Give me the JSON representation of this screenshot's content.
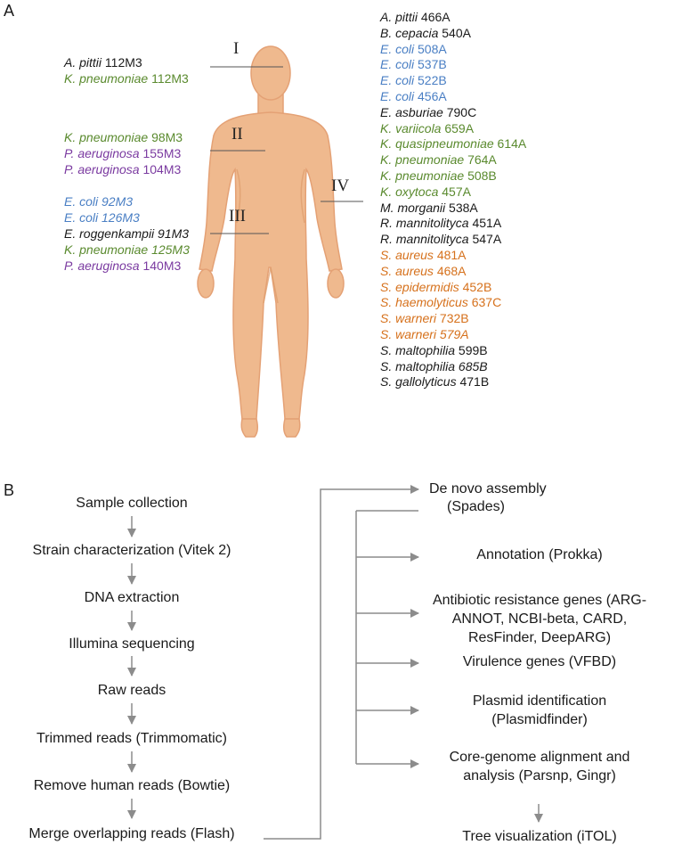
{
  "panel_a": {
    "label": "A",
    "regions": [
      "I",
      "II",
      "III",
      "IV"
    ],
    "colors": {
      "black": "#1a1a1a",
      "green": "#5a8a2e",
      "purple": "#7a3aa0",
      "blue": "#4a7fc4",
      "orange": "#d6711c",
      "skin": "#efb98e",
      "skin_edge": "#e4a175"
    },
    "group_I": [
      {
        "genus": "A. pittii",
        "id": "112M3",
        "color": "black",
        "italic_id": false
      },
      {
        "genus": "K. pneumoniae",
        "id": "112M3",
        "color": "green",
        "italic_id": false
      }
    ],
    "group_II": [
      {
        "genus": "K. pneumoniae",
        "id": "98M3",
        "color": "green",
        "italic_id": false
      },
      {
        "genus": "P. aeruginosa",
        "id": "155M3",
        "color": "purple",
        "italic_id": false
      },
      {
        "genus": "P. aeruginosa",
        "id": "104M3",
        "color": "purple",
        "italic_id": false
      }
    ],
    "group_III": [
      {
        "genus": "E. coli",
        "id": "92M3",
        "color": "blue",
        "italic_id": true
      },
      {
        "genus": "E. coli",
        "id": "126M3",
        "color": "blue",
        "italic_id": true
      },
      {
        "genus": "E. roggenkampii",
        "id": "91M3",
        "color": "black",
        "italic_id": true
      },
      {
        "genus": "K. pneumoniae",
        "id": "125M3",
        "color": "green",
        "italic_id": true
      },
      {
        "genus": "P. aeruginosa",
        "id": "140M3",
        "color": "purple",
        "italic_id": false
      }
    ],
    "group_IV": [
      {
        "genus": "A. pittii",
        "id": "466A",
        "color": "black",
        "italic_id": false
      },
      {
        "genus": "B. cepacia",
        "id": "540A",
        "color": "black",
        "italic_id": false
      },
      {
        "genus": "E. coli",
        "id": "508A",
        "color": "blue",
        "italic_id": false
      },
      {
        "genus": "E. coli",
        "id": "537B",
        "color": "blue",
        "italic_id": false
      },
      {
        "genus": "E. coli",
        "id": "522B",
        "color": "blue",
        "italic_id": false
      },
      {
        "genus": "E. coli",
        "id": "456A",
        "color": "blue",
        "italic_id": false
      },
      {
        "genus": "E. asburiae",
        "id": "790C",
        "color": "black",
        "italic_id": false
      },
      {
        "genus": "K. variicola",
        "id": "659A",
        "color": "green",
        "italic_id": false
      },
      {
        "genus": "K. quasipneumoniae",
        "id": "614A",
        "color": "green",
        "italic_id": false
      },
      {
        "genus": "K. pneumoniae",
        "id": "764A",
        "color": "green",
        "italic_id": false
      },
      {
        "genus": "K. pneumoniae",
        "id": "508B",
        "color": "green",
        "italic_id": false
      },
      {
        "genus": "K. oxytoca",
        "id": "457A",
        "color": "green",
        "italic_id": false
      },
      {
        "genus": "M. morganii",
        "id": "538A",
        "color": "black",
        "italic_id": false
      },
      {
        "genus": "R. mannitolityca",
        "id": "451A",
        "color": "black",
        "italic_id": false
      },
      {
        "genus": "R. mannitolityca",
        "id": "547A",
        "color": "black",
        "italic_id": false
      },
      {
        "genus": "S. aureus",
        "id": "481A",
        "color": "orange",
        "italic_id": false
      },
      {
        "genus": "S. aureus",
        "id": "468A",
        "color": "orange",
        "italic_id": false
      },
      {
        "genus": "S. epidermidis",
        "id": "452B",
        "color": "orange",
        "italic_id": false
      },
      {
        "genus": "S. haemolyticus",
        "id": "637C",
        "color": "orange",
        "italic_id": false
      },
      {
        "genus": "S. warneri",
        "id": "732B",
        "color": "orange",
        "italic_id": false
      },
      {
        "genus": "S. warneri",
        "id": "579A",
        "color": "orange",
        "italic_id": true
      },
      {
        "genus": "S. maltophilia",
        "id": "599B",
        "color": "black",
        "italic_id": false
      },
      {
        "genus": "S. maltophilia",
        "id": "685B",
        "color": "black",
        "italic_id": true
      },
      {
        "genus": "S. gallolyticus",
        "id": "471B",
        "color": "black",
        "italic_id": false
      }
    ]
  },
  "panel_b": {
    "label": "B",
    "left_steps": [
      "Sample collection",
      "Strain characterization (Vitek 2)",
      "DNA extraction",
      "Illumina sequencing",
      "Raw reads",
      "Trimmed reads (Trimmomatic)",
      "Remove human reads (Bowtie)",
      "Merge overlapping reads (Flash)"
    ],
    "assembly": [
      "De novo assembly",
      "(Spades)"
    ],
    "analyses": [
      [
        "Annotation (Prokka)"
      ],
      [
        "Antibiotic resistance genes (ARG-",
        "ANNOT, NCBI-beta, CARD,",
        "ResFinder, DeepARG)"
      ],
      [
        "Virulence genes (VFBD)"
      ],
      [
        "Plasmid identification",
        "(Plasmidfinder)"
      ],
      [
        "Core-genome alignment and",
        "analysis (Parsnp, Gingr)"
      ]
    ],
    "final_step": "Tree visualization (iTOL)",
    "arrow_color": "#8c8c8c"
  }
}
